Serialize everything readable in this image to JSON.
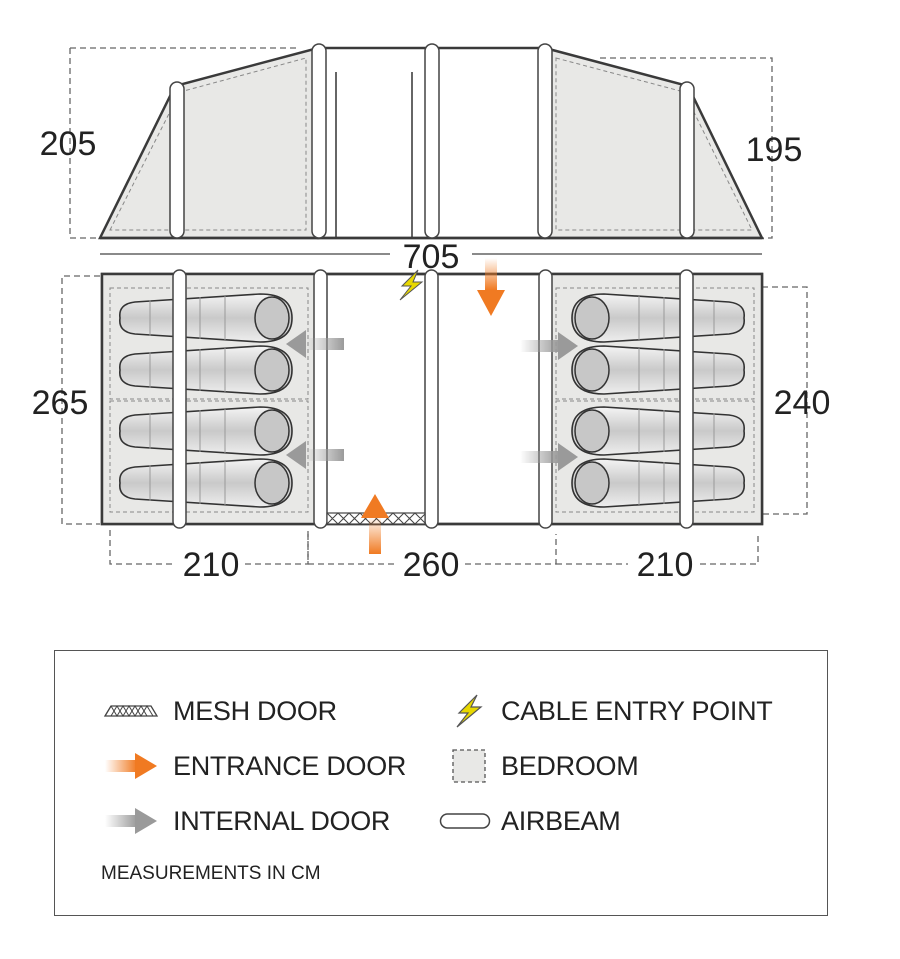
{
  "dimensions": {
    "height_left": "205",
    "height_right": "195",
    "length": "705",
    "width_left": "265",
    "width_right": "240",
    "bedroom_left": "210",
    "living_area": "260",
    "bedroom_right": "210"
  },
  "legend": {
    "items": [
      {
        "label": "MESH DOOR",
        "icon": "mesh-door-icon"
      },
      {
        "label": "CABLE ENTRY POINT",
        "icon": "lightning-icon"
      },
      {
        "label": "ENTRANCE DOOR",
        "icon": "orange-arrow-icon"
      },
      {
        "label": "BEDROOM",
        "icon": "bedroom-square-icon"
      },
      {
        "label": "INTERNAL DOOR",
        "icon": "grey-arrow-icon"
      },
      {
        "label": "AIRBEAM",
        "icon": "airbeam-icon"
      }
    ],
    "note": "MEASUREMENTS IN CM"
  },
  "colors": {
    "entrance_orange": "#f07a22",
    "internal_grey": "#9a9a9a",
    "bedroom_fill": "#e8e8e6",
    "outline": "#3a3a3a",
    "cable_yellow": "#e8d800"
  }
}
